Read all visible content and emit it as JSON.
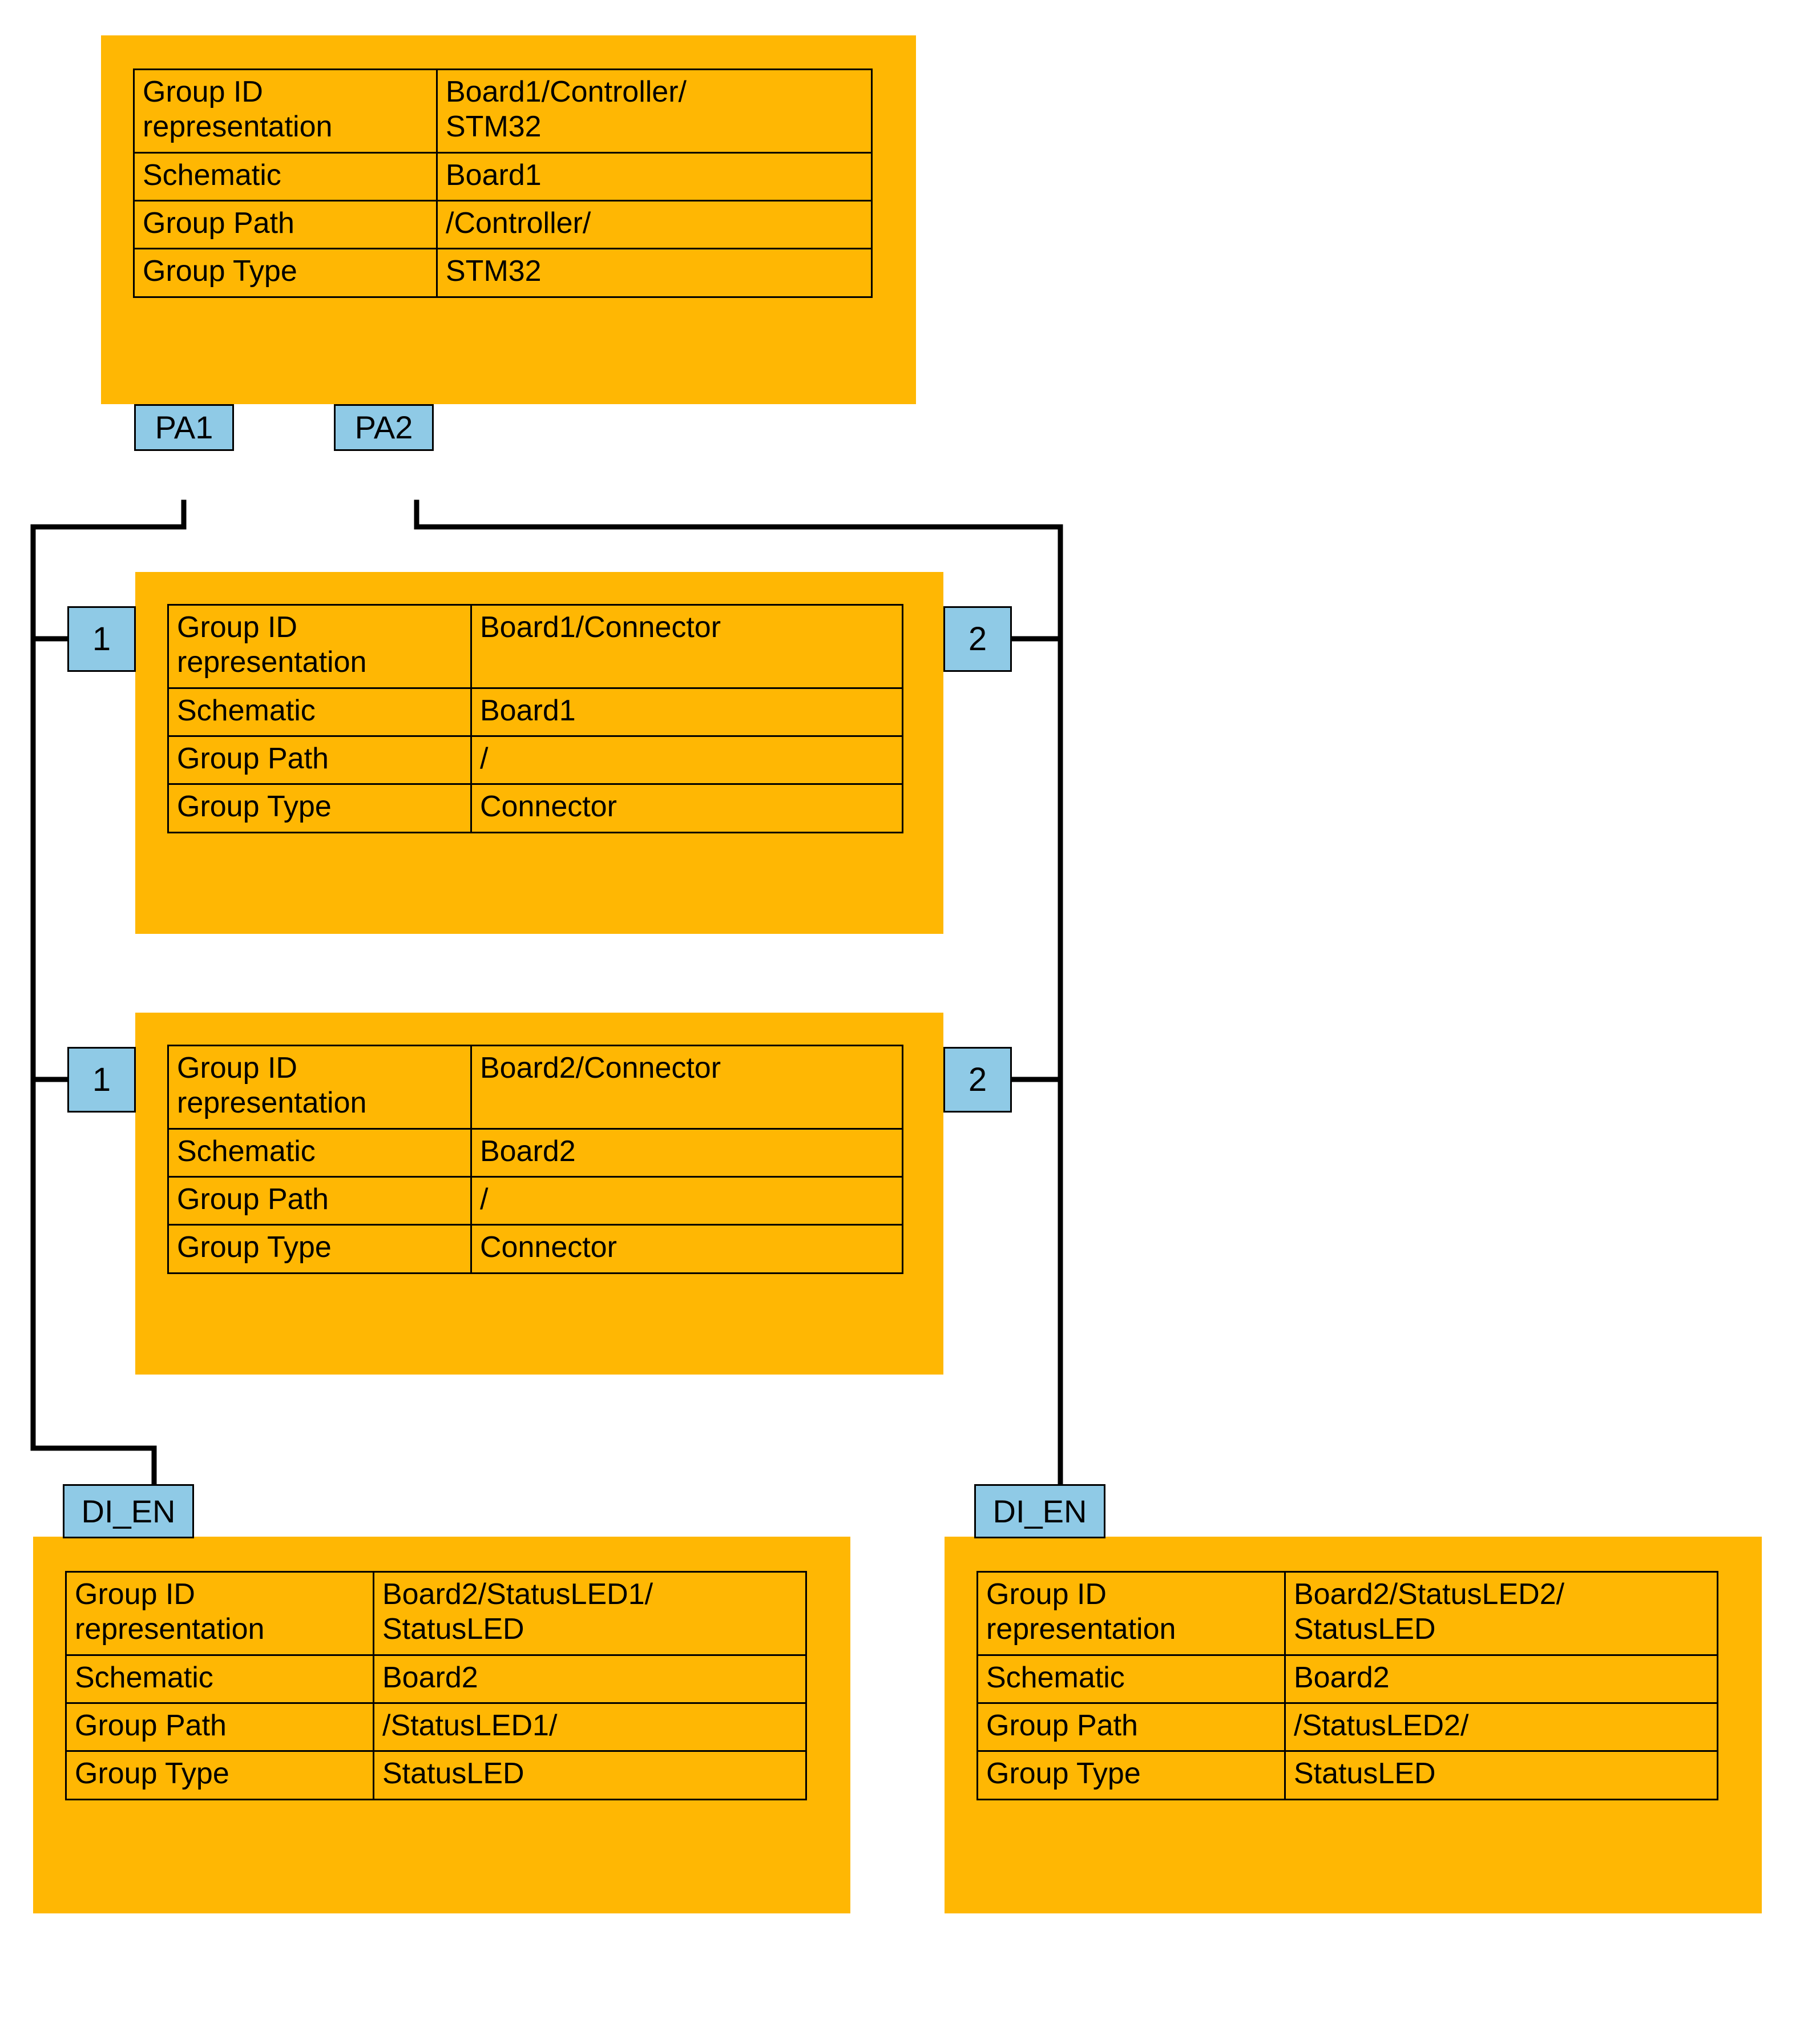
{
  "colors": {
    "group_fill": "#FFB703",
    "port_fill": "#8FCAE6",
    "line": "#000000",
    "text": "#000000"
  },
  "table_keys": {
    "group_id": "Group ID\nrepresentation",
    "schematic": "Schematic",
    "group_path": "Group Path",
    "group_type": "Group Type"
  },
  "groups": [
    {
      "id": "controller-stm32",
      "group_id_representation": "Board1/Controller/\nSTM32",
      "schematic": "Board1",
      "group_path": "/Controller/",
      "group_type": "STM32",
      "ports": [
        {
          "id": "pa1",
          "label": "PA1",
          "side": "bottom"
        },
        {
          "id": "pa2",
          "label": "PA2",
          "side": "bottom"
        }
      ]
    },
    {
      "id": "board1-connector",
      "group_id_representation": "Board1/Connector",
      "schematic": "Board1",
      "group_path": "/",
      "group_type": "Connector",
      "ports": [
        {
          "id": "b1c-1",
          "label": "1",
          "side": "left"
        },
        {
          "id": "b1c-2",
          "label": "2",
          "side": "right"
        }
      ]
    },
    {
      "id": "board2-connector",
      "group_id_representation": "Board2/Connector",
      "schematic": "Board2",
      "group_path": "/",
      "group_type": "Connector",
      "ports": [
        {
          "id": "b2c-1",
          "label": "1",
          "side": "left"
        },
        {
          "id": "b2c-2",
          "label": "2",
          "side": "right"
        }
      ]
    },
    {
      "id": "statusled1",
      "group_id_representation": "Board2/StatusLED1/\nStatusLED",
      "schematic": "Board2",
      "group_path": "/StatusLED1/",
      "group_type": "StatusLED",
      "ports": [
        {
          "id": "led1-dien",
          "label": "DI_EN",
          "side": "top"
        }
      ]
    },
    {
      "id": "statusled2",
      "group_id_representation": "Board2/StatusLED2/\nStatusLED",
      "schematic": "Board2",
      "group_path": "/StatusLED2/",
      "group_type": "StatusLED",
      "ports": [
        {
          "id": "led2-dien",
          "label": "DI_EN",
          "side": "top"
        }
      ]
    }
  ],
  "connections": [
    {
      "from": "pa1",
      "to": [
        "b1c-1",
        "b2c-1",
        "led1-dien"
      ]
    },
    {
      "from": "pa2",
      "to": [
        "b1c-2",
        "b2c-2",
        "led2-dien"
      ]
    }
  ]
}
